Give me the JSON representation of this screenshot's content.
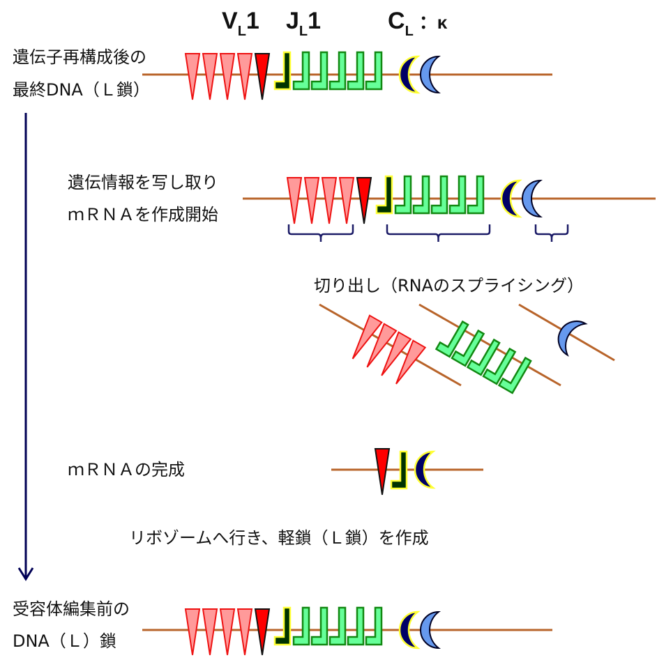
{
  "header": {
    "v": {
      "main": "V",
      "sub": "L",
      "num": "1"
    },
    "j": {
      "main": "J",
      "sub": "L",
      "num": "1"
    },
    "c": {
      "main": "C",
      "sub": "L",
      "suffix": "：κ"
    }
  },
  "steps": [
    {
      "id": "final-dna",
      "lines": [
        "遺伝子再構成後の",
        "最終DNA（Ｌ鎖）"
      ]
    },
    {
      "id": "transcription",
      "lines": [
        "遺伝情報を写し取り",
        "ｍＲＮＡを作成開始"
      ]
    },
    {
      "id": "splicing",
      "lines": [
        "切り出し（RNAのスプライシング）"
      ]
    },
    {
      "id": "mrna-complete",
      "lines": [
        "ｍＲＮＡの完成"
      ]
    },
    {
      "id": "ribosome",
      "lines": [
        "リボゾームへ行き、軽鎖（Ｌ鎖）を作成"
      ]
    },
    {
      "id": "pre-edit-dna",
      "lines": [
        "受容体編集前の",
        "DNA（Ｌ）鎖"
      ]
    }
  ],
  "segments": {
    "v_unused_count": 4,
    "v_selected_count": 1,
    "j_selected_count": 1,
    "j_unused_count": 5,
    "c_selected_count": 1,
    "c_unused_count": 1
  },
  "colors": {
    "strand": "#b8642a",
    "v_unused_fill": "#ff9a9a",
    "v_unused_stroke": "#ee1111",
    "v_selected_fill": "#ff0000",
    "v_selected_stroke": "#111111",
    "j_selected_fill": "#003300",
    "j_selected_stroke": "#ffff33",
    "j_unused_fill": "#66ff99",
    "j_unused_stroke": "#118811",
    "c_selected_fill": "#000066",
    "c_selected_stroke": "#ffff33",
    "c_unused_fill": "#6699ee",
    "c_unused_stroke": "#000022",
    "brace": "#1a1a66",
    "arrow": "#000055"
  }
}
